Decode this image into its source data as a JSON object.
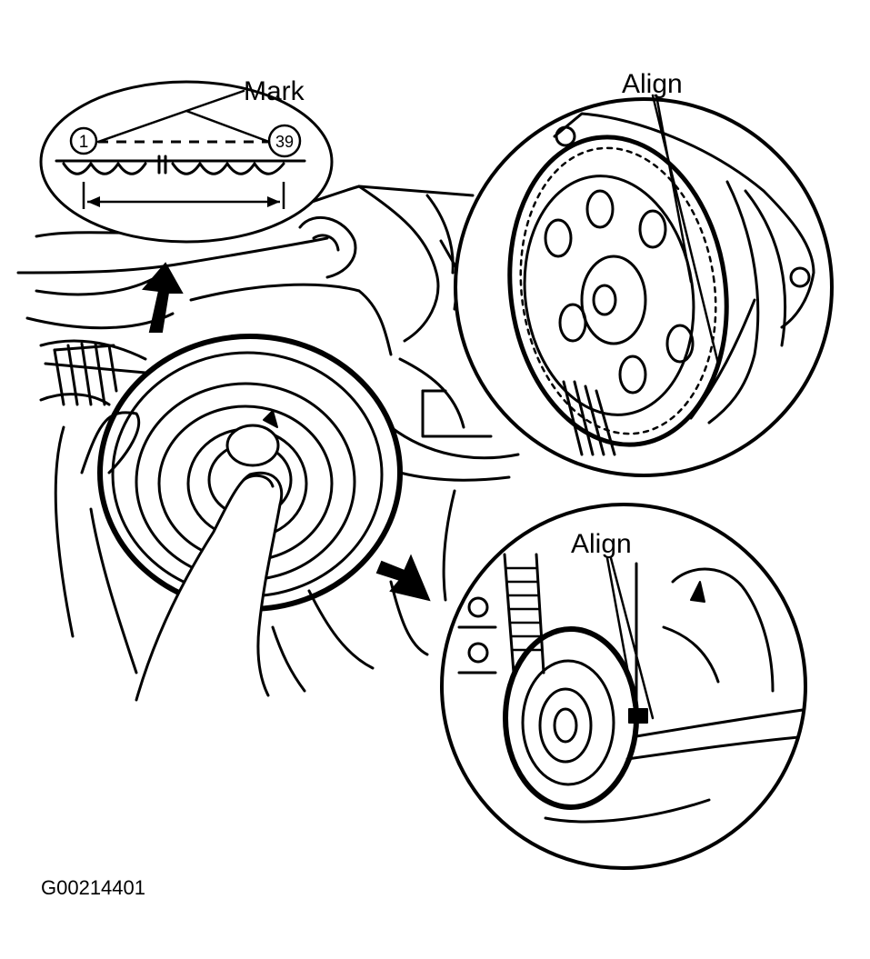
{
  "labels": {
    "mark": "Mark",
    "align_top": "Align",
    "align_bottom": "Align",
    "tooth_start": "1",
    "tooth_end": "39",
    "figure_id": "G00214401"
  },
  "colors": {
    "ink": "#000000",
    "paper": "#ffffff"
  }
}
